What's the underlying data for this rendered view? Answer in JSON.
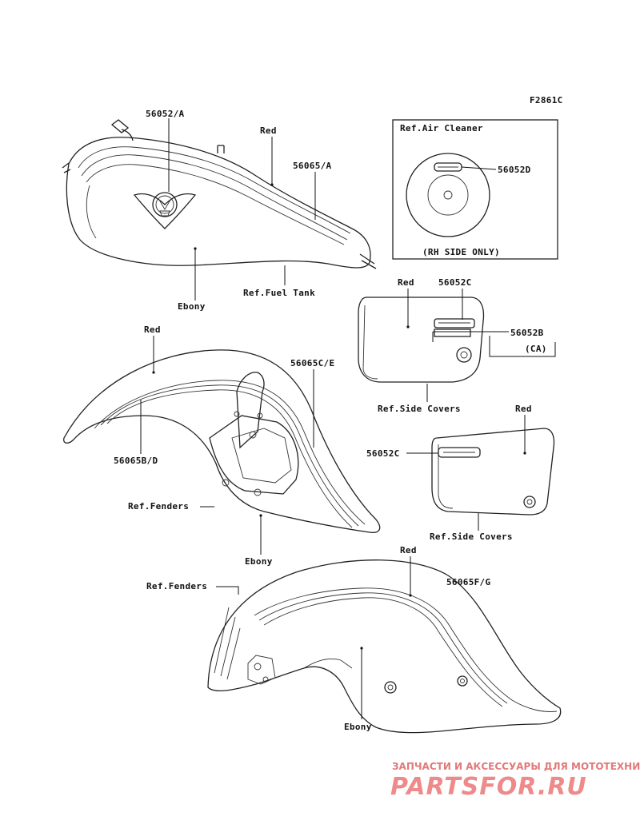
{
  "figure_code": "F2861C",
  "labels": {
    "p56052a": "56052/A",
    "tank_red": "Red",
    "p56065a": "56065/A",
    "ref_fuel_tank": "Ref.Fuel Tank",
    "tank_ebony": "Ebony",
    "ref_air_cleaner": "Ref.Air Cleaner",
    "p56052d": "56052D",
    "rh_side_only": "(RH SIDE ONLY)",
    "sc1_red": "Red",
    "p56052c_top": "56052C",
    "p56052b": "56052B",
    "ca": "(CA)",
    "ref_side_covers_1": "Ref.Side Covers",
    "ff_red": "Red",
    "p56065ce": "56065C/E",
    "p56065bd": "56065B/D",
    "ref_fenders_1": "Ref.Fenders",
    "ff_ebony": "Ebony",
    "p56052c_mid": "56052C",
    "sc2_red": "Red",
    "ref_side_covers_2": "Ref.Side Covers",
    "rf_red": "Red",
    "p56065fg": "56065F/G",
    "ref_fenders_2": "Ref.Fenders",
    "rf_ebony": "Ebony"
  },
  "watermark": {
    "tagline": "ЗАПЧАСТИ И АКСЕССУАРЫ ДЛЯ МОТОТЕХНИКИ",
    "brand": "PARTSFOR.RU",
    "color": "#e87a7a"
  }
}
